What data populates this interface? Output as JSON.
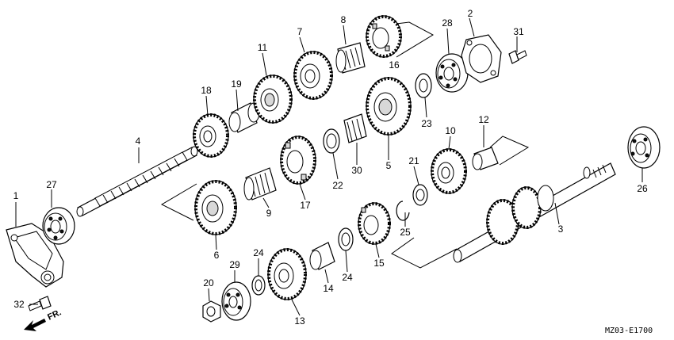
{
  "diagram": {
    "title": "",
    "code": "MZ03-E1700",
    "direction_label": "FR.",
    "callouts": [
      "1",
      "2",
      "3",
      "4",
      "5",
      "6",
      "7",
      "8",
      "9",
      "10",
      "11",
      "12",
      "13",
      "14",
      "15",
      "16",
      "17",
      "18",
      "19",
      "20",
      "21",
      "22",
      "23",
      "24",
      "24",
      "25",
      "26",
      "27",
      "28",
      "29",
      "30",
      "31",
      "32"
    ]
  }
}
